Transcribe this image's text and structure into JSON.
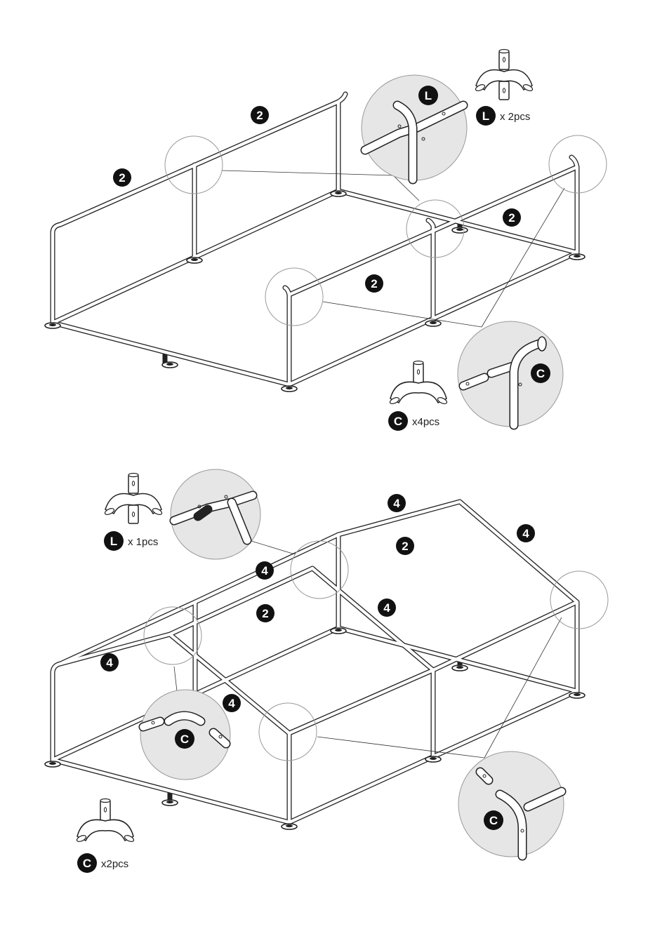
{
  "colors": {
    "line": "#222222",
    "badge": "#111111",
    "loupe_fill": "#e6e6e6",
    "background": "#ffffff"
  },
  "icons": {
    "connector_l": "connector-l-icon",
    "connector_c": "connector-c-icon",
    "pipe_badge": "numbered-badge-icon"
  },
  "step_top": {
    "pipe_badges": [
      "2",
      "2",
      "2",
      "2"
    ],
    "detail_badges": [
      "L",
      "C"
    ],
    "parts": [
      {
        "letter": "L",
        "qty": "x 2pcs"
      },
      {
        "letter": "C",
        "qty": "x4pcs"
      }
    ]
  },
  "step_bottom": {
    "pipe_badges": [
      "4",
      "4",
      "2",
      "4",
      "2",
      "4",
      "4",
      "4"
    ],
    "detail_badges": [
      "C",
      "C"
    ],
    "parts": [
      {
        "letter": "L",
        "qty": "x 1pcs"
      },
      {
        "letter": "C",
        "qty": "x2pcs"
      }
    ]
  }
}
